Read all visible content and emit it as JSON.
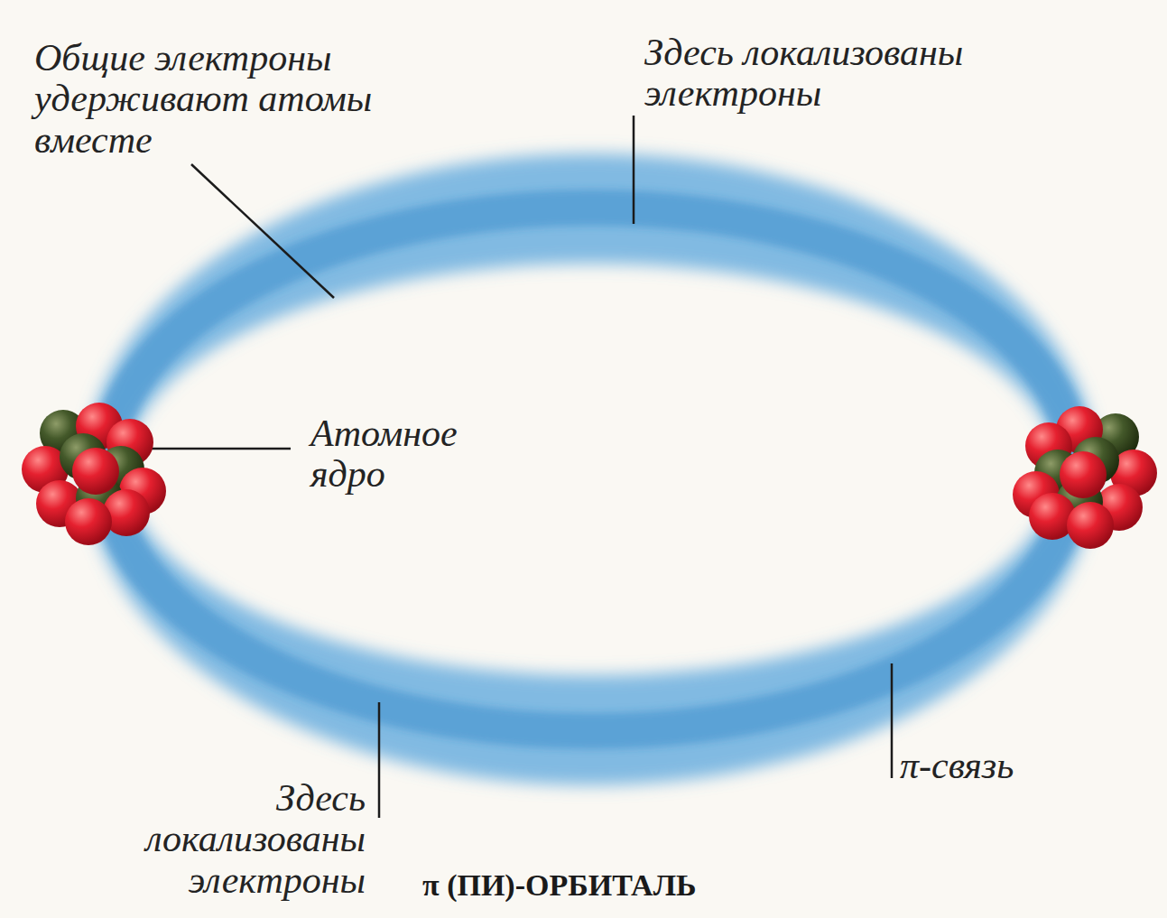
{
  "diagram": {
    "title": "π (ПИ)-ОРБИТАЛЬ",
    "labels": [
      "Общие электроны удерживают атомы вместе",
      "Здесь локализованы электроны",
      "Атомное ядро",
      "Здесь локализованы электроны",
      "π-связь"
    ]
  }
}
